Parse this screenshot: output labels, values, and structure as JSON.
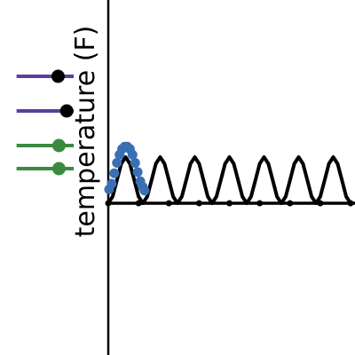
{
  "chart_data": {
    "type": "line",
    "title": "",
    "xlabel": "",
    "ylabel": "temperature (F)",
    "xlim": [
      0,
      14.1
    ],
    "ylim": [
      -9.3,
      6.1
    ],
    "grid": false,
    "legend": "none",
    "series": [
      {
        "color": "#000000",
        "style": "line",
        "x": [
          0,
          0.25,
          0.5,
          0.75,
          1,
          1.25,
          1.5,
          1.75,
          2,
          2.25,
          2.5,
          2.75,
          3,
          3.25,
          3.5,
          3.75,
          4,
          4.25,
          4.5,
          4.75,
          5,
          5.25,
          5.5,
          5.75,
          6,
          6.25,
          6.5,
          6.75,
          7,
          7.25,
          7.5,
          7.75,
          8,
          8.25,
          8.5,
          8.75,
          9,
          9.25,
          9.5,
          9.75,
          10,
          10.25,
          10.5,
          10.75,
          11,
          11.25,
          11.5,
          11.75,
          12,
          12.25,
          12.5,
          12.75,
          13,
          13.25,
          13.5,
          13.75,
          14
        ],
        "y": [
          0.0,
          0.29,
          1.0,
          1.71,
          2.0,
          1.71,
          1.0,
          0.29,
          0.0,
          0.29,
          1.0,
          1.71,
          2.0,
          1.71,
          1.0,
          0.29,
          0.0,
          0.29,
          1.0,
          1.71,
          2.0,
          1.71,
          1.0,
          0.29,
          0.0,
          0.29,
          1.0,
          1.71,
          2.0,
          1.71,
          1.0,
          0.29,
          0.0,
          0.29,
          1.0,
          1.71,
          2.0,
          1.71,
          1.0,
          0.29,
          0.0,
          0.29,
          1.0,
          1.71,
          2.0,
          1.71,
          1.0,
          0.29,
          0.0,
          0.29,
          1.0,
          1.71,
          2.0,
          1.71,
          1.0,
          0.29,
          0.0
        ]
      },
      {
        "color": "#000000",
        "style": "markers",
        "x": [
          0,
          1.75,
          3.5,
          5.25,
          7,
          8.75,
          10.5,
          12.25,
          14
        ],
        "y": [
          0,
          0,
          0,
          0,
          0,
          0,
          0,
          0,
          0
        ]
      },
      {
        "color": "#3a6fb5",
        "style": "markers",
        "x": [
          0.05,
          0.2,
          0.35,
          0.5,
          0.65,
          0.8,
          0.95,
          1.1,
          1.25,
          1.4,
          1.55,
          1.7,
          1.85,
          2.0,
          2.1
        ],
        "y": [
          0.6,
          0.85,
          1.3,
          1.75,
          2.1,
          2.35,
          2.45,
          2.45,
          2.35,
          2.1,
          1.75,
          1.35,
          0.95,
          0.7,
          0.55
        ]
      },
      {
        "color": "#5a3fa0",
        "style": "lollipop",
        "x0": -5.3,
        "x": [
          -2.9,
          -2.4
        ],
        "y": [
          5.5,
          4.0
        ]
      },
      {
        "color": "#3a8a3f",
        "style": "lollipop",
        "x0": -5.3,
        "x": [
          -2.85,
          -2.85
        ],
        "y": [
          2.5,
          1.5
        ]
      }
    ]
  }
}
